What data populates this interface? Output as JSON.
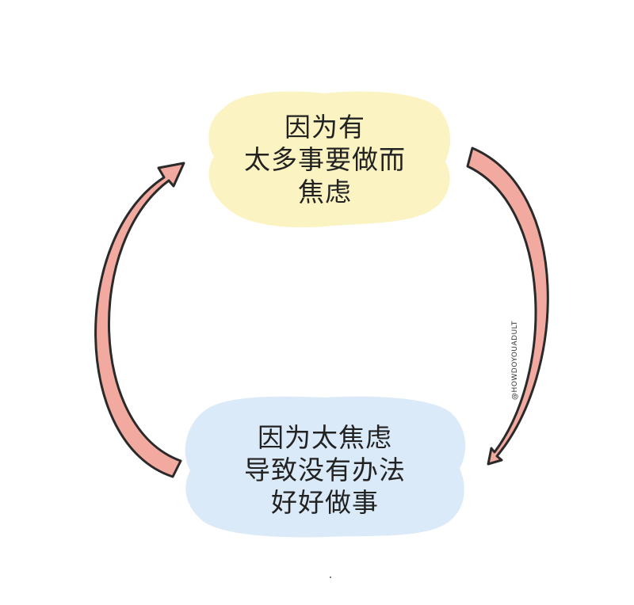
{
  "nodes": {
    "top": {
      "lines": [
        "因为有",
        "太多事要做而",
        "焦虑"
      ],
      "color": "#fbf3c2"
    },
    "bottom": {
      "lines": [
        "因为太焦虑",
        "导致没有办法",
        "好好做事"
      ],
      "color": "#dbeaf8"
    }
  },
  "arrows": {
    "fill": "#f2aaa0",
    "stroke": "#2a2a2a"
  },
  "watermark": "@HOWDOYOUADULT"
}
